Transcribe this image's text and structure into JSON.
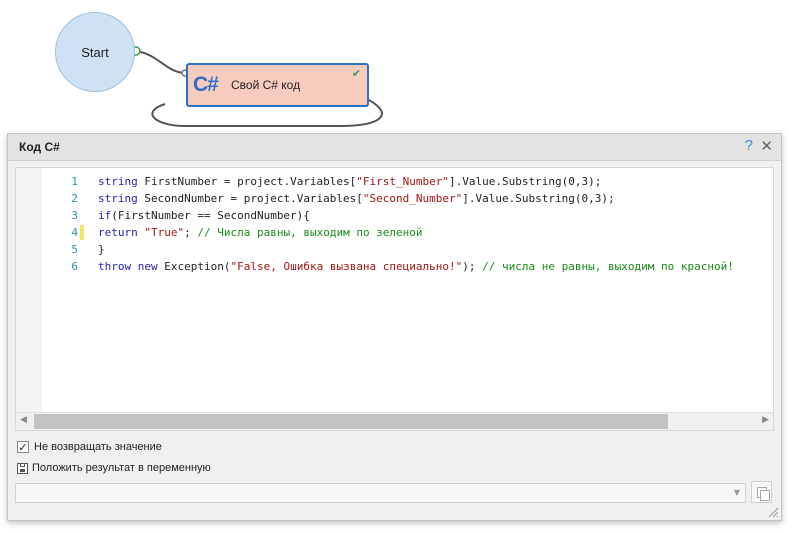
{
  "canvas": {
    "start_label": "Start",
    "cs_node": {
      "icon_text": "C#",
      "label": "Свой C# код",
      "status_icon": "check-icon",
      "status_color": "#2aa05a"
    }
  },
  "dialog": {
    "title": "Код C#",
    "help_label": "?",
    "close_label": "✕",
    "code_lines": [
      {
        "num": "1",
        "segments": [
          {
            "t": "string",
            "c": "kw"
          },
          {
            "t": " FirstNumber = project.Variables[",
            "c": ""
          },
          {
            "t": "\"First_Number\"",
            "c": "str"
          },
          {
            "t": "].Value.Substring(",
            "c": ""
          },
          {
            "t": "0",
            "c": ""
          },
          {
            "t": ",",
            "c": ""
          },
          {
            "t": "3",
            "c": ""
          },
          {
            "t": ");",
            "c": ""
          }
        ]
      },
      {
        "num": "2",
        "segments": [
          {
            "t": "string",
            "c": "kw"
          },
          {
            "t": " SecondNumber = project.Variables[",
            "c": ""
          },
          {
            "t": "\"Second_Number\"",
            "c": "str"
          },
          {
            "t": "].Value.Substring(0,3);",
            "c": ""
          }
        ]
      },
      {
        "num": "3",
        "segments": [
          {
            "t": "if",
            "c": "kw"
          },
          {
            "t": "(FirstNumber == SecondNumber){",
            "c": ""
          }
        ]
      },
      {
        "num": "4",
        "segments": [
          {
            "t": "return",
            "c": "kw"
          },
          {
            "t": " ",
            "c": ""
          },
          {
            "t": "\"True\"",
            "c": "str"
          },
          {
            "t": "; ",
            "c": ""
          },
          {
            "t": "// Числа равны, выходим по зеленой",
            "c": "cmt"
          }
        ]
      },
      {
        "num": "5",
        "segments": [
          {
            "t": "}",
            "c": ""
          }
        ]
      },
      {
        "num": "6",
        "segments": [
          {
            "t": "throw",
            "c": "kw"
          },
          {
            "t": " ",
            "c": ""
          },
          {
            "t": "new",
            "c": "kw"
          },
          {
            "t": " Exception(",
            "c": ""
          },
          {
            "t": "\"False, Ошибка вызвана специально!\"",
            "c": "str"
          },
          {
            "t": "); ",
            "c": ""
          },
          {
            "t": "// числа не равны, выходим по красной!",
            "c": "cmt"
          }
        ]
      }
    ],
    "modified_line": "4",
    "options": {
      "no_return_label": "Не возвращать значение",
      "no_return_checked": "✓",
      "put_result_label": "Положить результат в переменную"
    },
    "variable_value": ""
  },
  "colors": {
    "keyword": "#1f1fb8",
    "string": "#a31515",
    "comment": "#1a8a1a",
    "line_number": "#2b91af",
    "node_border": "#2f6fc6",
    "node_fill": "#f8cbbf",
    "start_fill": "#cfe2f3"
  }
}
